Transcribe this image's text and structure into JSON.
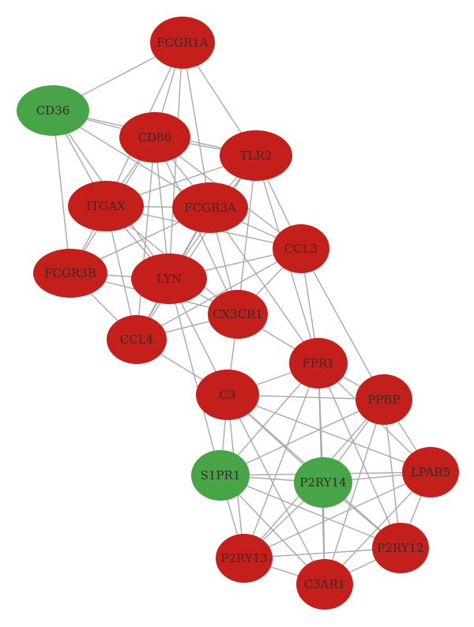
{
  "network": {
    "colors": {
      "upregulated": "#c41f1a",
      "downregulated": "#47a447",
      "edge": "#a9a9a9"
    },
    "nodes": [
      {
        "id": "FCGR1A",
        "label": "FCGR1A",
        "group": "upregulated"
      },
      {
        "id": "CD36",
        "label": "CD36",
        "group": "downregulated"
      },
      {
        "id": "CD86",
        "label": "CD86",
        "group": "upregulated"
      },
      {
        "id": "TLR2",
        "label": "TLR2",
        "group": "upregulated"
      },
      {
        "id": "ITGAX",
        "label": "ITGAX",
        "group": "upregulated"
      },
      {
        "id": "FCGR3A",
        "label": "FCGR3A",
        "group": "upregulated"
      },
      {
        "id": "CCL3",
        "label": "CCL3",
        "group": "upregulated"
      },
      {
        "id": "FCGR3B",
        "label": "FCGR3B",
        "group": "upregulated"
      },
      {
        "id": "LYN",
        "label": "LYN",
        "group": "upregulated"
      },
      {
        "id": "CX3CR1",
        "label": "CX3CR1",
        "group": "upregulated"
      },
      {
        "id": "CCL4",
        "label": "CCL4",
        "group": "upregulated"
      },
      {
        "id": "FPR1",
        "label": "FPR1",
        "group": "upregulated"
      },
      {
        "id": "C3",
        "label": "C3",
        "group": "upregulated"
      },
      {
        "id": "PPBP",
        "label": "PPBP",
        "group": "upregulated"
      },
      {
        "id": "LPAR5",
        "label": "LPAR5",
        "group": "upregulated"
      },
      {
        "id": "S1PR1",
        "label": "S1PR1",
        "group": "downregulated"
      },
      {
        "id": "P2RY14",
        "label": "P2RY14",
        "group": "downregulated"
      },
      {
        "id": "P2RY12",
        "label": "P2RY12",
        "group": "upregulated"
      },
      {
        "id": "P2RY13",
        "label": "P2RY13",
        "group": "upregulated"
      },
      {
        "id": "C3AR1",
        "label": "C3AR1",
        "group": "upregulated"
      }
    ],
    "edges": [
      [
        "FCGR1A",
        "CD36"
      ],
      [
        "FCGR1A",
        "CD86"
      ],
      [
        "FCGR1A",
        "TLR2"
      ],
      [
        "FCGR1A",
        "ITGAX"
      ],
      [
        "FCGR1A",
        "FCGR3A"
      ],
      [
        "FCGR1A",
        "LYN"
      ],
      [
        "CD36",
        "CD86"
      ],
      [
        "CD36",
        "TLR2"
      ],
      [
        "CD36",
        "ITGAX"
      ],
      [
        "CD36",
        "FCGR3A"
      ],
      [
        "CD36",
        "FCGR3B"
      ],
      [
        "CD36",
        "LYN"
      ],
      [
        "CD86",
        "TLR2"
      ],
      [
        "CD86",
        "ITGAX"
      ],
      [
        "CD86",
        "FCGR3A"
      ],
      [
        "CD86",
        "CCL3"
      ],
      [
        "CD86",
        "FCGR3B"
      ],
      [
        "CD86",
        "LYN"
      ],
      [
        "CD86",
        "CX3CR1"
      ],
      [
        "CD86",
        "CCL4"
      ],
      [
        "TLR2",
        "ITGAX"
      ],
      [
        "TLR2",
        "FCGR3A"
      ],
      [
        "TLR2",
        "CCL3"
      ],
      [
        "TLR2",
        "LYN"
      ],
      [
        "TLR2",
        "CX3CR1"
      ],
      [
        "TLR2",
        "FPR1"
      ],
      [
        "TLR2",
        "CCL4"
      ],
      [
        "ITGAX",
        "FCGR3A"
      ],
      [
        "ITGAX",
        "FCGR3B"
      ],
      [
        "ITGAX",
        "LYN"
      ],
      [
        "ITGAX",
        "CX3CR1"
      ],
      [
        "ITGAX",
        "CCL4"
      ],
      [
        "ITGAX",
        "CCL3"
      ],
      [
        "FCGR3A",
        "CCL3"
      ],
      [
        "FCGR3A",
        "FCGR3B"
      ],
      [
        "FCGR3A",
        "LYN"
      ],
      [
        "FCGR3A",
        "CX3CR1"
      ],
      [
        "FCGR3A",
        "CCL4"
      ],
      [
        "FCGR3A",
        "FPR1"
      ],
      [
        "CCL3",
        "LYN"
      ],
      [
        "CCL3",
        "CX3CR1"
      ],
      [
        "CCL3",
        "CCL4"
      ],
      [
        "CCL3",
        "FPR1"
      ],
      [
        "CCL3",
        "PPBP"
      ],
      [
        "FCGR3B",
        "LYN"
      ],
      [
        "FCGR3B",
        "CCL4"
      ],
      [
        "FCGR3B",
        "CX3CR1"
      ],
      [
        "LYN",
        "CX3CR1"
      ],
      [
        "LYN",
        "CCL4"
      ],
      [
        "LYN",
        "C3"
      ],
      [
        "LYN",
        "S1PR1"
      ],
      [
        "CX3CR1",
        "CCL4"
      ],
      [
        "CX3CR1",
        "FPR1"
      ],
      [
        "CX3CR1",
        "C3"
      ],
      [
        "CCL4",
        "C3"
      ],
      [
        "FPR1",
        "C3"
      ],
      [
        "FPR1",
        "PPBP"
      ],
      [
        "FPR1",
        "LPAR5"
      ],
      [
        "FPR1",
        "S1PR1"
      ],
      [
        "FPR1",
        "P2RY14"
      ],
      [
        "FPR1",
        "P2RY12"
      ],
      [
        "FPR1",
        "P2RY13"
      ],
      [
        "FPR1",
        "C3AR1"
      ],
      [
        "C3",
        "PPBP"
      ],
      [
        "C3",
        "S1PR1"
      ],
      [
        "C3",
        "P2RY14"
      ],
      [
        "C3",
        "P2RY12"
      ],
      [
        "C3",
        "P2RY13"
      ],
      [
        "C3",
        "C3AR1"
      ],
      [
        "C3",
        "LPAR5"
      ],
      [
        "PPBP",
        "LPAR5"
      ],
      [
        "PPBP",
        "S1PR1"
      ],
      [
        "PPBP",
        "P2RY14"
      ],
      [
        "PPBP",
        "P2RY12"
      ],
      [
        "PPBP",
        "P2RY13"
      ],
      [
        "PPBP",
        "C3AR1"
      ],
      [
        "LPAR5",
        "S1PR1"
      ],
      [
        "LPAR5",
        "P2RY14"
      ],
      [
        "LPAR5",
        "P2RY12"
      ],
      [
        "LPAR5",
        "P2RY13"
      ],
      [
        "LPAR5",
        "C3AR1"
      ],
      [
        "S1PR1",
        "P2RY14"
      ],
      [
        "S1PR1",
        "P2RY12"
      ],
      [
        "S1PR1",
        "P2RY13"
      ],
      [
        "S1PR1",
        "C3AR1"
      ],
      [
        "P2RY14",
        "P2RY12"
      ],
      [
        "P2RY14",
        "P2RY13"
      ],
      [
        "P2RY14",
        "C3AR1"
      ],
      [
        "P2RY12",
        "P2RY13"
      ],
      [
        "P2RY12",
        "C3AR1"
      ],
      [
        "P2RY13",
        "C3AR1"
      ]
    ]
  }
}
